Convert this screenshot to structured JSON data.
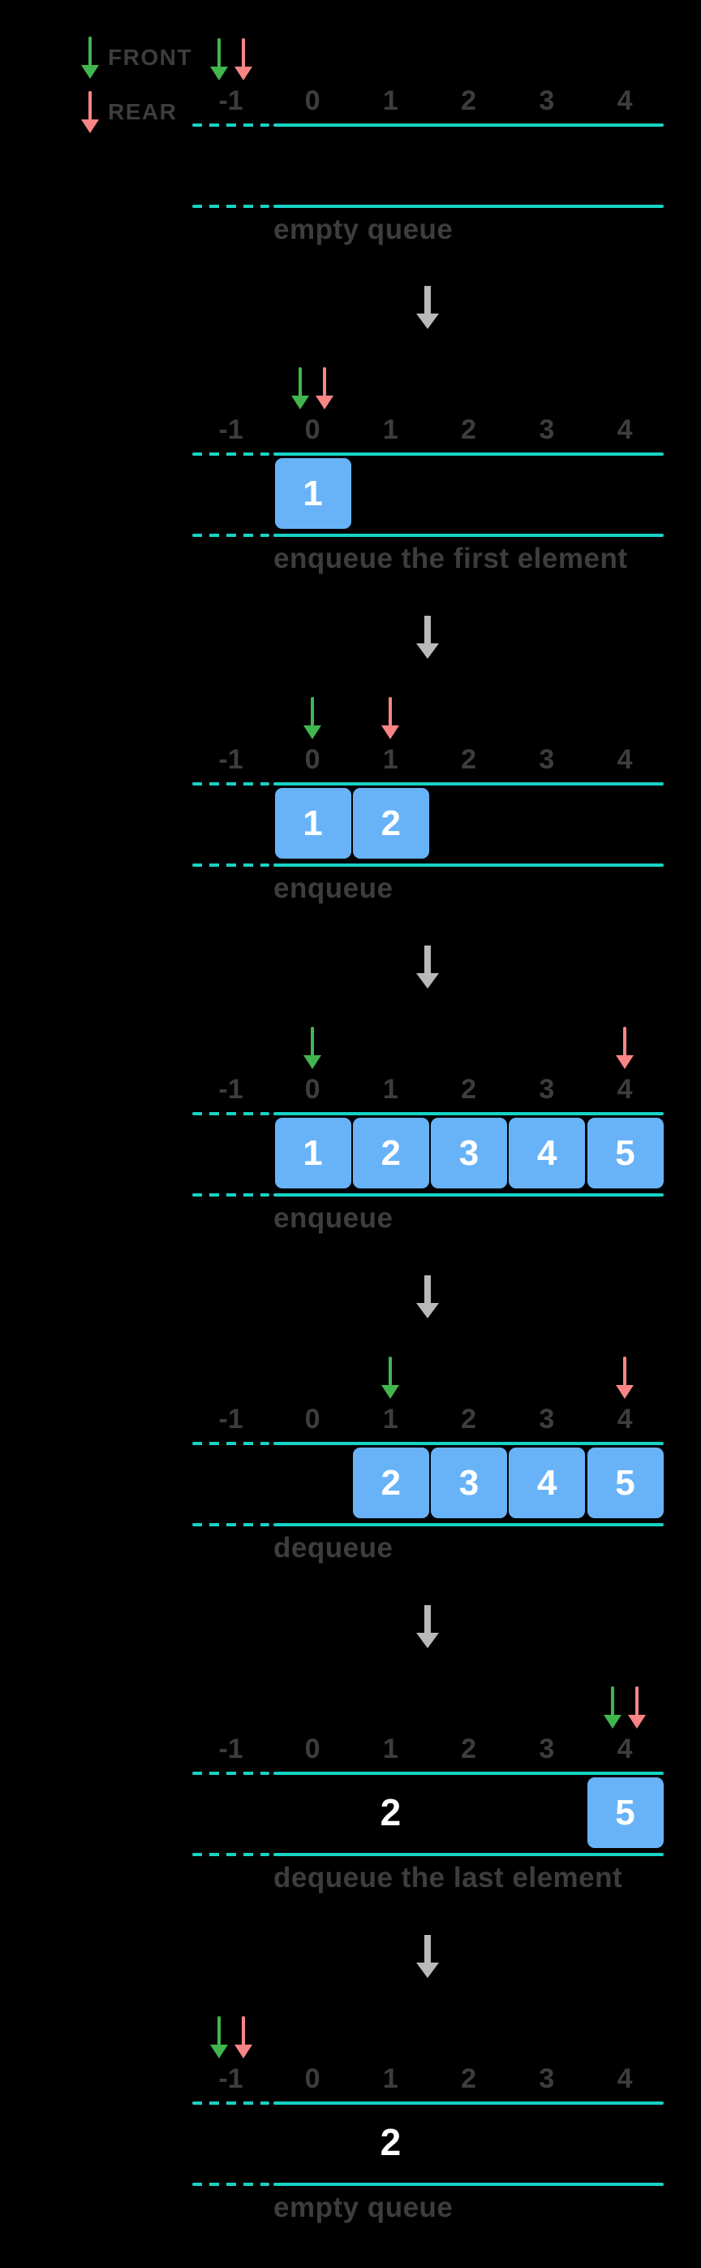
{
  "colors": {
    "background": "#000000",
    "front": "#42b64e",
    "rear": "#f88585",
    "line": "#16d3c4",
    "box": "#68b3f8",
    "box_text": "#ffffff",
    "text": "#3d3d3d",
    "connector": "#b9b9b9"
  },
  "legend": {
    "front_label": "FRONT",
    "rear_label": "REAR"
  },
  "index_labels": [
    "-1",
    "0",
    "1",
    "2",
    "3",
    "4"
  ],
  "steps": [
    {
      "caption": "empty queue",
      "front_index": -1,
      "rear_index": -1,
      "boxes": [],
      "ghost": null
    },
    {
      "caption": "enqueue the first element",
      "front_index": 0,
      "rear_index": 0,
      "boxes": [
        {
          "index": 0,
          "value": "1"
        }
      ],
      "ghost": null
    },
    {
      "caption": "enqueue",
      "front_index": 0,
      "rear_index": 1,
      "boxes": [
        {
          "index": 0,
          "value": "1"
        },
        {
          "index": 1,
          "value": "2"
        }
      ],
      "ghost": null
    },
    {
      "caption": "enqueue",
      "front_index": 0,
      "rear_index": 4,
      "boxes": [
        {
          "index": 0,
          "value": "1"
        },
        {
          "index": 1,
          "value": "2"
        },
        {
          "index": 2,
          "value": "3"
        },
        {
          "index": 3,
          "value": "4"
        },
        {
          "index": 4,
          "value": "5"
        }
      ],
      "ghost": null
    },
    {
      "caption": "dequeue",
      "front_index": 1,
      "rear_index": 4,
      "boxes": [
        {
          "index": 1,
          "value": "2"
        },
        {
          "index": 2,
          "value": "3"
        },
        {
          "index": 3,
          "value": "4"
        },
        {
          "index": 4,
          "value": "5"
        }
      ],
      "ghost": null
    },
    {
      "caption": "dequeue the last element",
      "front_index": 4,
      "rear_index": 4,
      "boxes": [
        {
          "index": 4,
          "value": "5"
        }
      ],
      "ghost": {
        "index": 1,
        "value": "2"
      }
    },
    {
      "caption": "empty queue",
      "front_index": -1,
      "rear_index": -1,
      "boxes": [],
      "ghost": {
        "index": 1,
        "value": "2"
      }
    }
  ]
}
